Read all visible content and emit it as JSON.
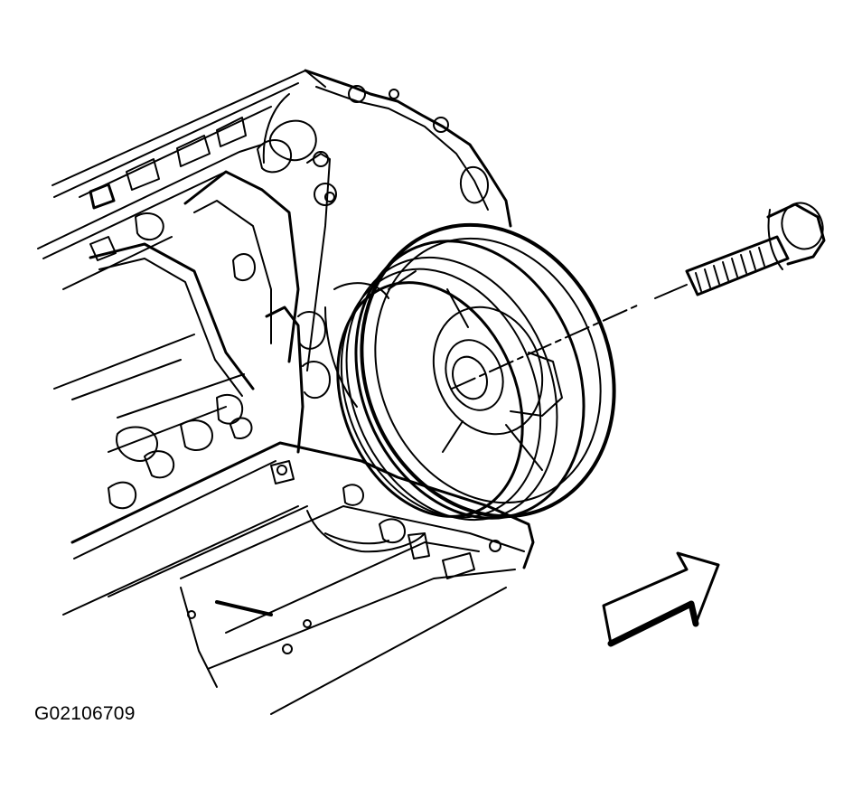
{
  "figure": {
    "id_label": "G02106709",
    "line_color": "#000000",
    "background_color": "#ffffff",
    "parts": [
      "engine-block",
      "crankshaft-balancer-pulley",
      "balancer-bolt",
      "oil-pan",
      "direction-arrow"
    ]
  }
}
